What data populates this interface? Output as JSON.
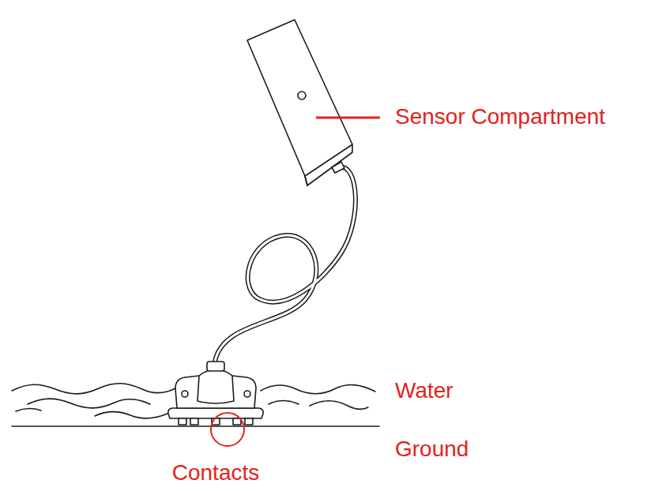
{
  "diagram": {
    "labels": [
      "Sensor Compartment",
      "Water",
      "Ground",
      "Contacts"
    ]
  }
}
